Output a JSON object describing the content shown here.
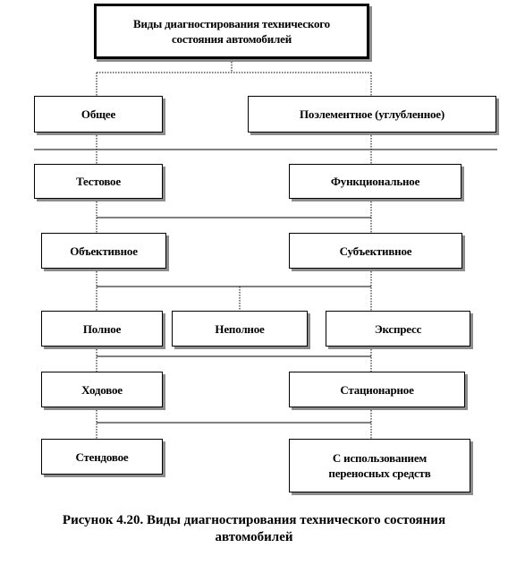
{
  "diagram": {
    "root": {
      "line1": "Виды диагностирования технического",
      "line2": "состояния автомобилей"
    },
    "general": "Общее",
    "element_wise": "Поэлементное (углубленное)",
    "test": "Тестовое",
    "functional": "Функциональное",
    "objective": "Объективное",
    "subjective": "Субъективное",
    "full": "Полное",
    "partial": "Неполное",
    "express": "Экспресс",
    "running": "Ходовое",
    "stationary": "Стационарное",
    "bench": "Стендовое",
    "portable": {
      "line1": "С использованием",
      "line2": "переносных средств"
    }
  },
  "caption": {
    "line1": "Рисунок 4.20. Виды диагностирования технического состояния",
    "line2": "автомобилей"
  },
  "colors": {
    "line": "#000000",
    "shadow": "#8c8c8c",
    "background": "#ffffff"
  }
}
